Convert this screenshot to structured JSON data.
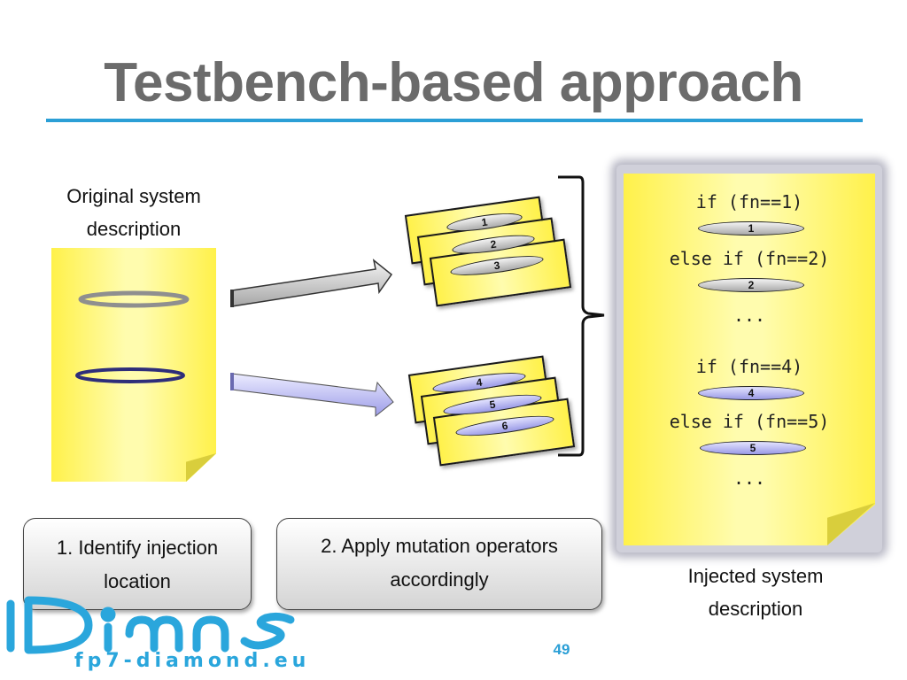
{
  "slide": {
    "title": "Testbench-based approach",
    "page_number": "49"
  },
  "labels": {
    "original_line1": "Original system",
    "original_line2": "description",
    "injected_line1": "Injected system",
    "injected_line2": "description"
  },
  "steps": {
    "step1_line1": "1. Identify injection",
    "step1_line2": "location",
    "step2_line1": "2. Apply mutation operators",
    "step2_line2": "accordingly"
  },
  "mutants": {
    "gray": [
      "1",
      "2",
      "3"
    ],
    "blue": [
      "4",
      "5",
      "6"
    ]
  },
  "code": {
    "line1": "if (fn==1)",
    "pill1": "1",
    "line2": "else if (fn==2)",
    "pill2": "2",
    "dots1": "...",
    "line3": "if (fn==4)",
    "pill4": "4",
    "line4": "else if (fn==5)",
    "pill5": "5",
    "dots2": "..."
  },
  "logo": {
    "text": "fp7-diamond.eu"
  },
  "colors": {
    "accent": "#2b9fd6",
    "note_yellow": "#fff14a",
    "mutant_gray": "#a9a9a9",
    "mutant_blue": "#9a9ae6",
    "title_gray": "#6b6b6b"
  }
}
